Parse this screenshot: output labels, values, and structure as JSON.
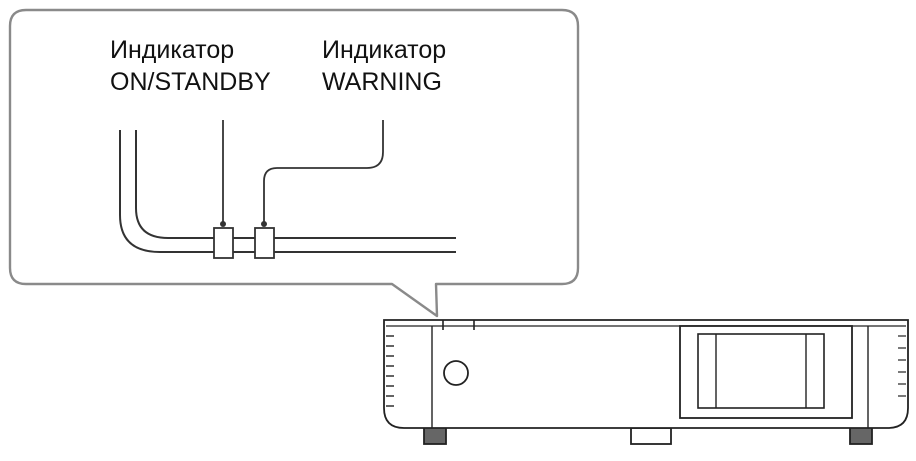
{
  "callout": {
    "on_standby_label": {
      "line1": "Индикатор",
      "line2": "ON/STANDBY"
    },
    "warning_label": {
      "line1": "Индикатор",
      "line2": "WARNING"
    }
  }
}
